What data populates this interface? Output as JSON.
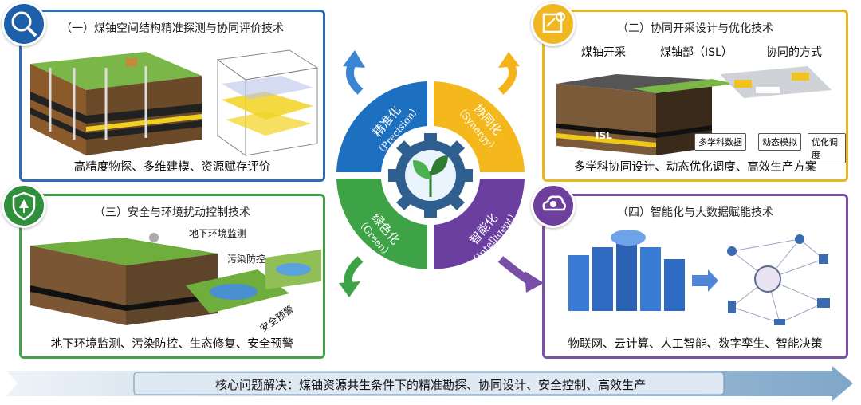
{
  "panels": {
    "p1": {
      "title": "（一）煤铀空间结构精准探测与协同评价技术",
      "caption": "高精度物探、多维建模、资源赋存评价"
    },
    "p2": {
      "title": "（二）协同开采设计与优化技术",
      "caption": "多学科协同设计、动态优化调度、高效生产方案",
      "labels": {
        "coal_mining": "煤铀开采",
        "uranium": "煤铀部（ISL）",
        "cooperative": "协同的方式",
        "isl": "ISL"
      },
      "flow": [
        "多学科数据",
        "动态模拟",
        "优化调度"
      ]
    },
    "p3": {
      "title": "（三）安全与环境扰动控制技术",
      "caption": "地下环境监测、污染防控、生态修复、安全预警",
      "labels": {
        "monitor": "地下环境监测",
        "pollution": "污染防控",
        "warning": "安全预警"
      }
    },
    "p4": {
      "title": "（四）智能化与大数据赋能技术",
      "caption": "物联网、云计算、人工智能、数字孪生、智能决策"
    }
  },
  "center": {
    "q1": {
      "zh": "精准化",
      "en": "（Precision）"
    },
    "q2": {
      "zh": "协同化",
      "en": "（Synergy）"
    },
    "q3": {
      "zh": "绿色化",
      "en": "（Green）"
    },
    "q4": {
      "zh": "智能化",
      "en": "（Intelligent）"
    }
  },
  "bottom": "核心问题解决：煤铀资源共生条件下的精准勘探、协同设计、安全控制、高效生产",
  "colors": {
    "blue": "#1d6fc0",
    "yellow": "#f5b81c",
    "green": "#3ea346",
    "purple": "#6b3fa0"
  }
}
